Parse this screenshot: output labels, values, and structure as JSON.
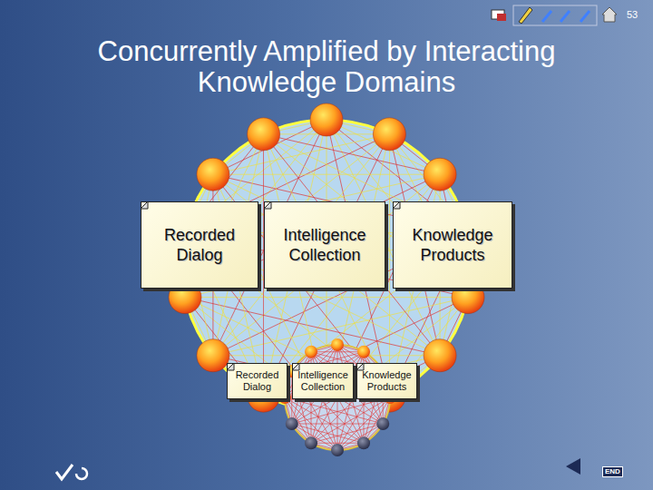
{
  "diagram": {
    "title": "Concurrently Amplified by Interacting Knowledge Domains",
    "nodes": [
      {
        "text": [
          "Recorded Dialog"
        ]
      },
      {
        "text": [
          "Intelligence Collection"
        ]
      },
      {
        "text": [
          "Knowledge Products"
        ]
      },
      {
        "text": [
          "Recorded Dialog"
        ]
      },
      {
        "text": [
          "Intelligence Collection"
        ]
      },
      {
        "text": [
          "Knowledge Products"
        ]
      }
    ],
    "labels": [
      "53",
      "END"
    ]
  }
}
